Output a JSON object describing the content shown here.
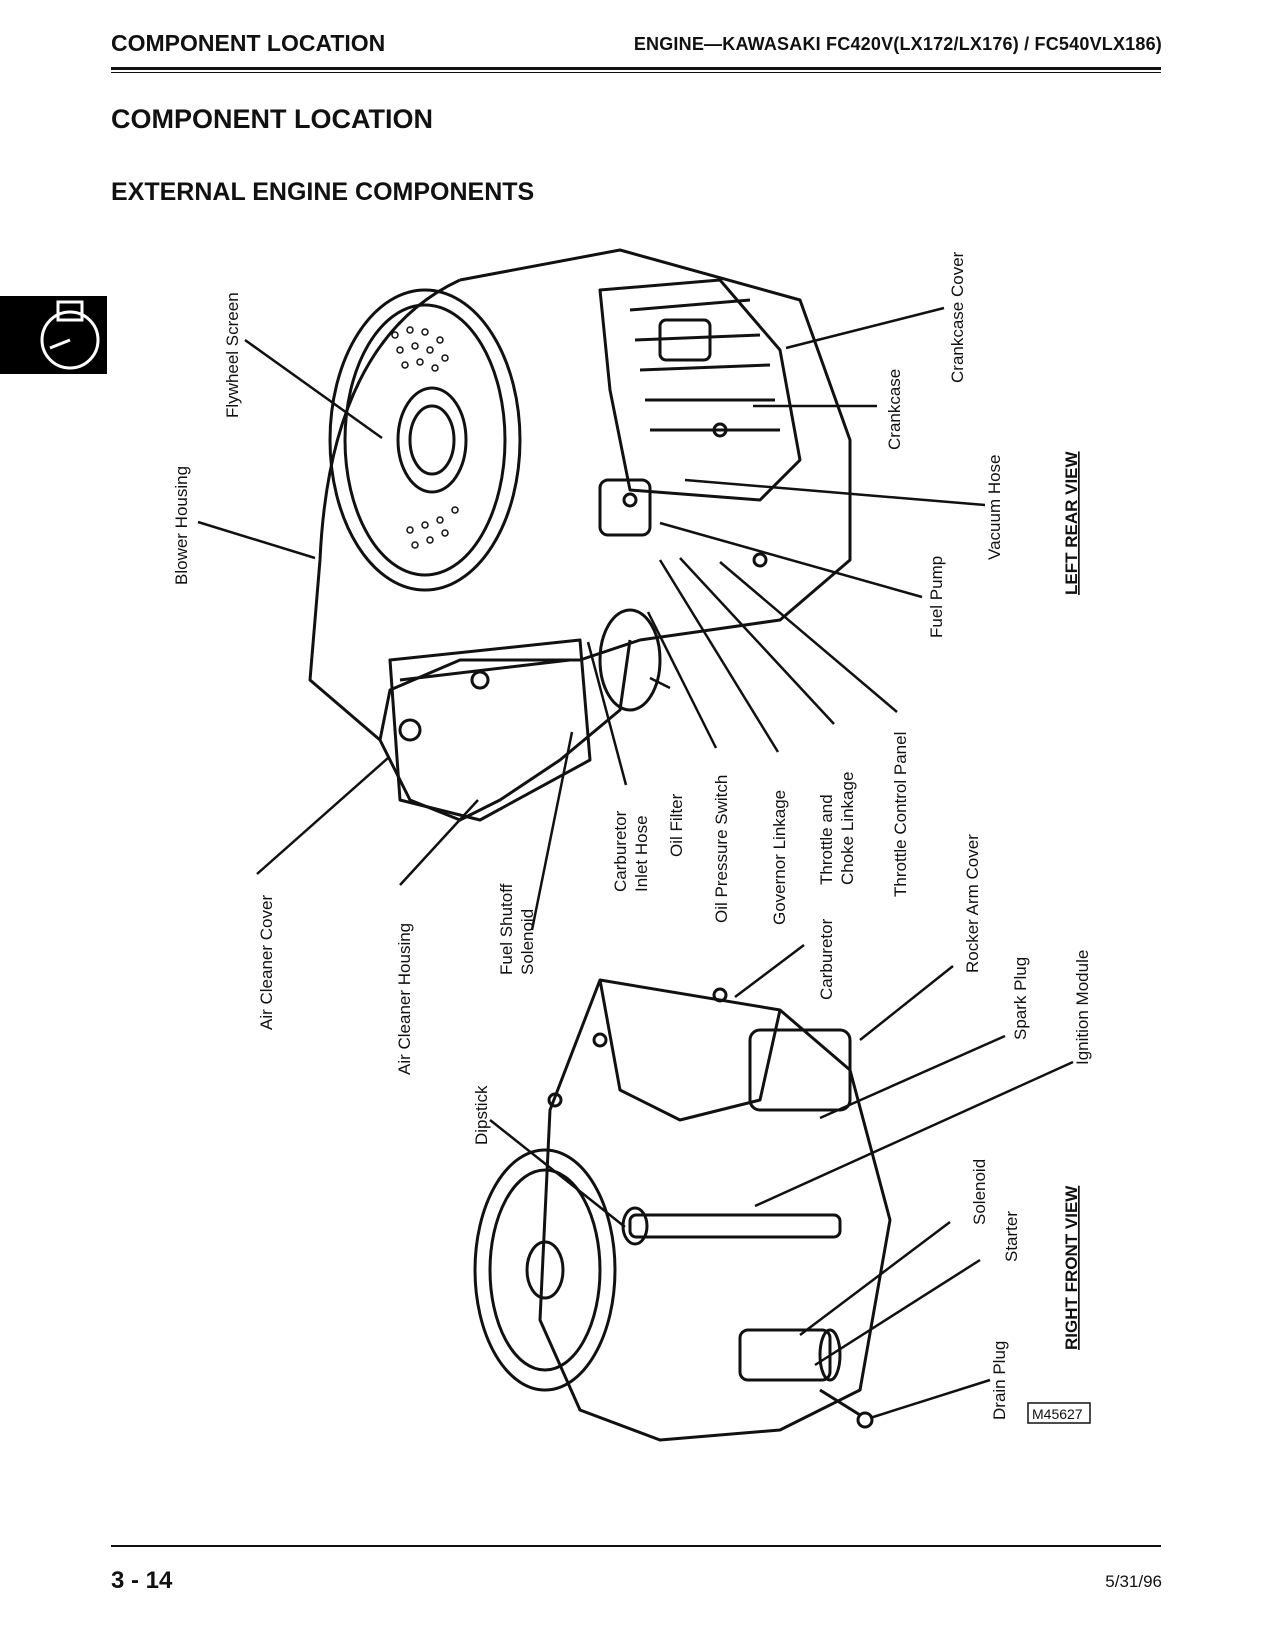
{
  "header": {
    "section": "COMPONENT LOCATION",
    "engine": "ENGINE—KAWASAKI FC420V(LX172/LX176) / FC540VLX186)"
  },
  "page": {
    "title": "COMPONENT LOCATION",
    "subtitle": "EXTERNAL ENGINE COMPONENTS"
  },
  "figure": {
    "left_rear_view": "LEFT REAR VIEW",
    "right_front_view": "RIGHT FRONT VIEW",
    "figure_id": "M45627",
    "labels": {
      "flywheel_screen": "Flywheel Screen",
      "blower_housing": "Blower Housing",
      "crankcase_cover": "Crankcase Cover",
      "crankcase": "Crankcase",
      "vacuum_hose": "Vacuum Hose",
      "fuel_pump": "Fuel Pump",
      "throttle_control_panel": "Throttle Control Panel",
      "throttle_choke_1": "Throttle and",
      "throttle_choke_2": "Choke Linkage",
      "governor_linkage": "Governor Linkage",
      "oil_pressure_switch": "Oil Pressure Switch",
      "oil_filter": "Oil Filter",
      "carb_inlet_1": "Carburetor",
      "carb_inlet_2": "Inlet Hose",
      "fuel_shutoff_1": "Fuel Shutoff",
      "fuel_shutoff_2": "Solenoid",
      "air_cleaner_housing": "Air Cleaner Housing",
      "air_cleaner_cover": "Air Cleaner Cover",
      "carburetor": "Carburetor",
      "rocker_arm_cover": "Rocker Arm Cover",
      "spark_plug": "Spark Plug",
      "ignition_module": "Ignition Module",
      "dipstick": "Dipstick",
      "solenoid": "Solenoid",
      "starter": "Starter",
      "drain_plug": "Drain Plug"
    }
  },
  "footer": {
    "page_number": "3 - 14",
    "date": "5/31/96"
  }
}
